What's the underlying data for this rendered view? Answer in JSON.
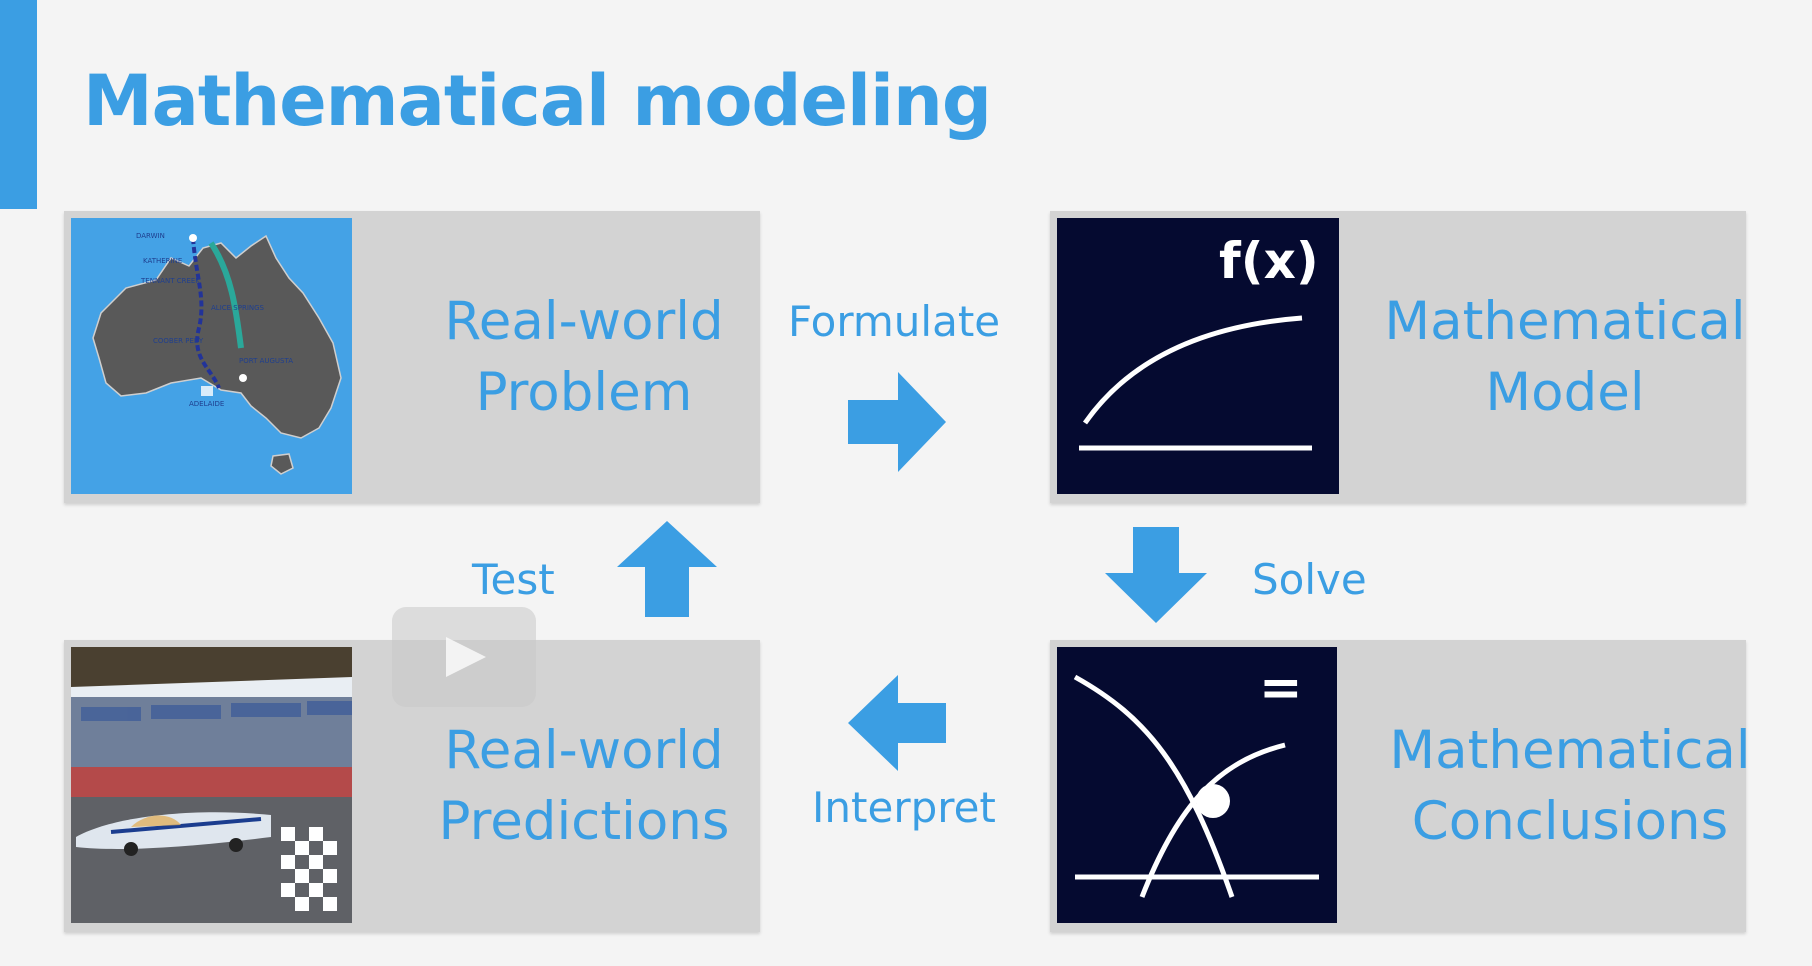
{
  "title": "Mathematical modeling",
  "boxes": {
    "real_world_problem": {
      "line1": "Real-world",
      "line2": "Problem"
    },
    "mathematical_model": {
      "line1": "Mathematical",
      "line2": "Model",
      "formula": "f(x)"
    },
    "real_world_predictions": {
      "line1": "Real-world",
      "line2": "Predictions"
    },
    "mathematical_conclusions": {
      "line1": "Mathematical",
      "line2": "Conclusions",
      "symbol": "="
    }
  },
  "steps": {
    "formulate": "Formulate",
    "solve": "Solve",
    "interpret": "Interpret",
    "test": "Test"
  },
  "colors": {
    "accent": "#3b9ee3",
    "box": "#d3d3d3",
    "dark_panel": "#050a30"
  },
  "icons": [
    "play-icon",
    "right-arrow-icon",
    "down-arrow-icon",
    "left-arrow-icon",
    "up-arrow-icon"
  ]
}
